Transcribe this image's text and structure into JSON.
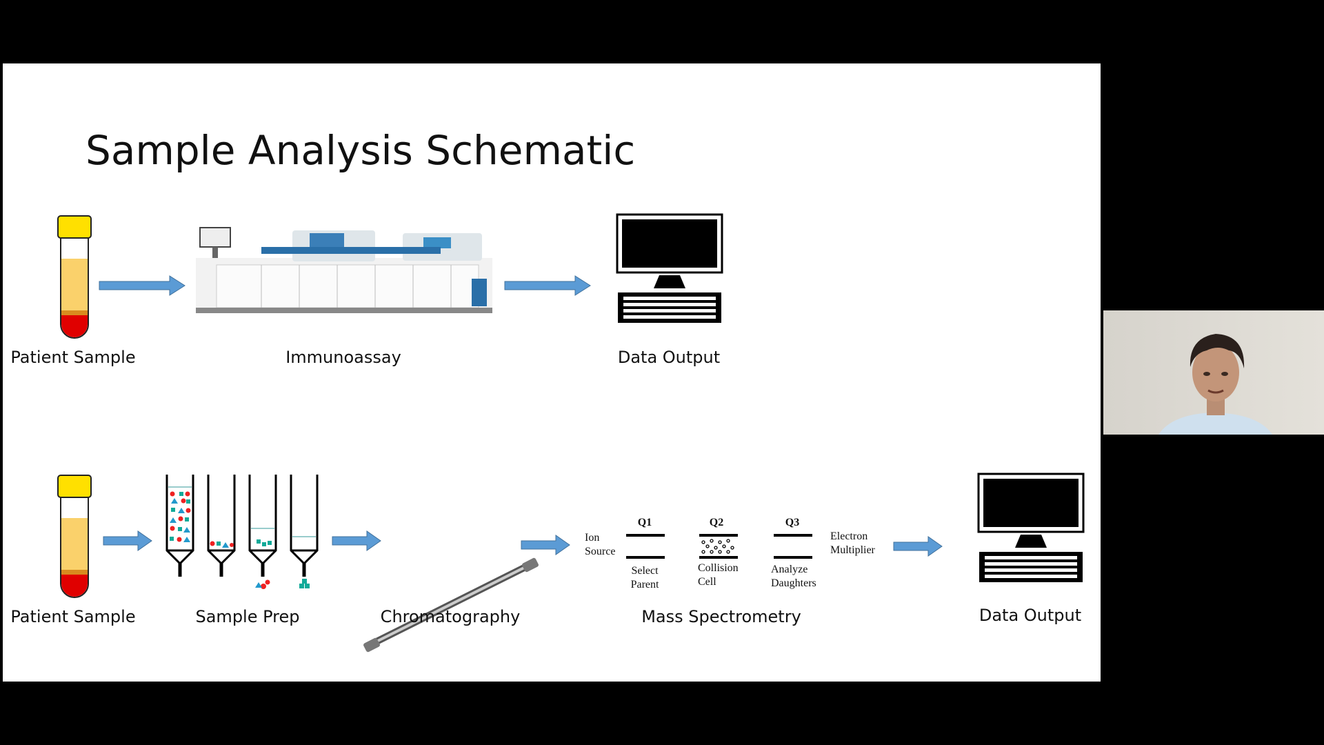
{
  "slide": {
    "title": "Sample Analysis Schematic",
    "top_row": {
      "patient_sample": "Patient Sample",
      "immunoassay": "Immunoassay",
      "data_output": "Data Output"
    },
    "bottom_row": {
      "patient_sample": "Patient Sample",
      "sample_prep": "Sample Prep",
      "chromatography": "Chromatography",
      "mass_spectrometry": "Mass Spectrometry",
      "data_output": "Data Output"
    },
    "mass_spec": {
      "ion_source_1": "Ion",
      "ion_source_2": "Source",
      "q1": "Q1",
      "q2": "Q2",
      "q3": "Q3",
      "select_1": "Select",
      "select_2": "Parent",
      "collision_1": "Collision",
      "collision_2": "Cell",
      "analyze_1": "Analyze",
      "analyze_2": "Daughters",
      "electron_1": "Electron",
      "electron_2": "Multiplier"
    }
  },
  "colors": {
    "arrow": "#5B9BD5",
    "tube_cap": "#FFE000",
    "tube_serum": "#FAD16B",
    "tube_blood": "#E00000"
  }
}
